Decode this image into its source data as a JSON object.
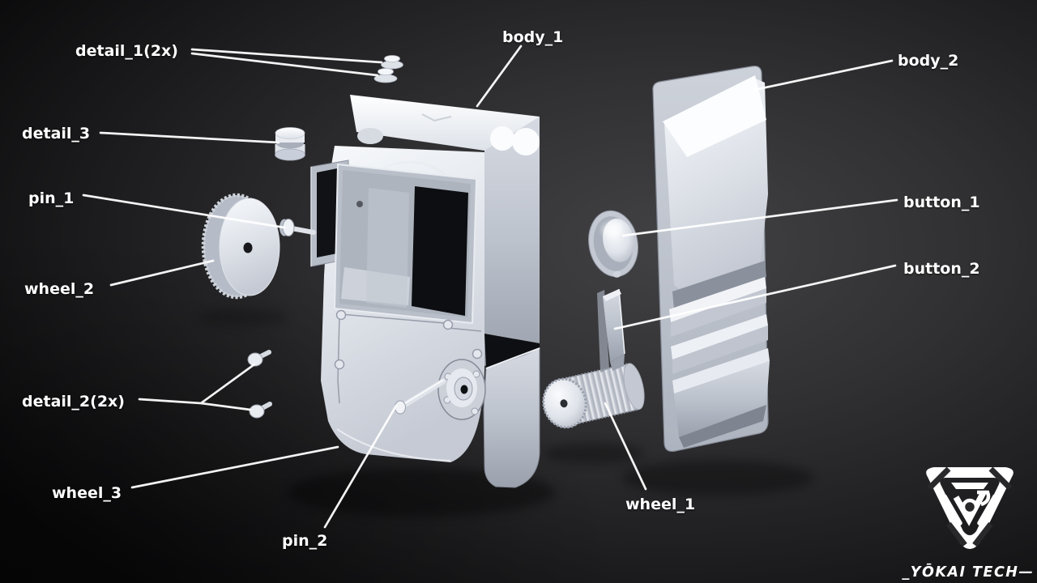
{
  "scene": {
    "kind": "exploded-view parts render",
    "colors": {
      "background_center": "#3f3f41",
      "background_mid": "#29292b",
      "background_edge": "#0c0c0c",
      "part_light": "#f2f4f8",
      "part_mid": "#c6cbd4",
      "part_shadow": "#9aa0ac",
      "opening_dark": "#0e1013",
      "label_text": "#ffffff",
      "leader_line": "#ffffff"
    }
  },
  "labels": [
    {
      "id": "detail_1",
      "text": "detail_1(2x)"
    },
    {
      "id": "detail_3",
      "text": "detail_3"
    },
    {
      "id": "pin_1",
      "text": "pin_1"
    },
    {
      "id": "wheel_2",
      "text": "wheel_2"
    },
    {
      "id": "detail_2",
      "text": "detail_2(2x)"
    },
    {
      "id": "wheel_3",
      "text": "wheel_3"
    },
    {
      "id": "pin_2",
      "text": "pin_2"
    },
    {
      "id": "body_1",
      "text": "body_1"
    },
    {
      "id": "body_2",
      "text": "body_2"
    },
    {
      "id": "button_1",
      "text": "button_1"
    },
    {
      "id": "button_2",
      "text": "button_2"
    },
    {
      "id": "wheel_1",
      "text": "wheel_1"
    }
  ],
  "logo": {
    "brand": "yokai-tech",
    "wordmark": "_YŌKAI TECH—"
  }
}
